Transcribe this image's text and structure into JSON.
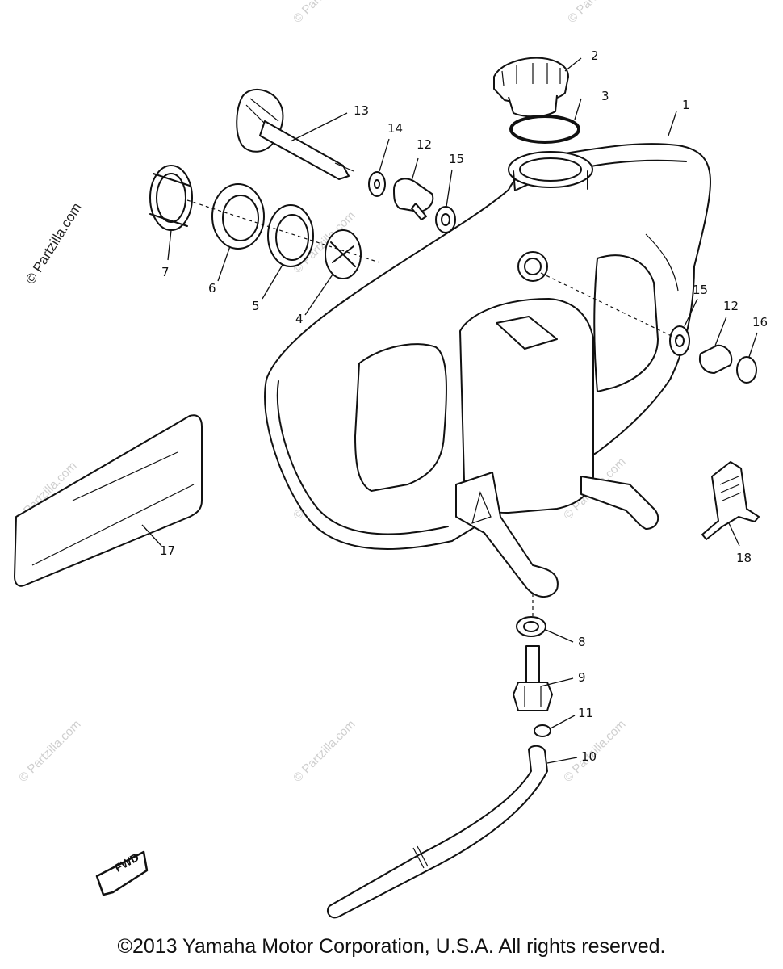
{
  "watermark": {
    "site": "© Partzilla.com",
    "main_label": "© Partzilla.com"
  },
  "callouts": {
    "c1": "1",
    "c2": "2",
    "c3": "3",
    "c4": "4",
    "c5": "5",
    "c6": "6",
    "c7": "7",
    "c8": "8",
    "c9": "9",
    "c10": "10",
    "c11": "11",
    "c12a": "12",
    "c12b": "12",
    "c13": "13",
    "c14": "14",
    "c15a": "15",
    "c15b": "15",
    "c16": "16",
    "c17": "17",
    "c18": "18"
  },
  "fwd_label": "FWD",
  "footer": {
    "copyright": "©2013 Yamaha Motor Corporation, U.S.A. All rights reserved."
  }
}
